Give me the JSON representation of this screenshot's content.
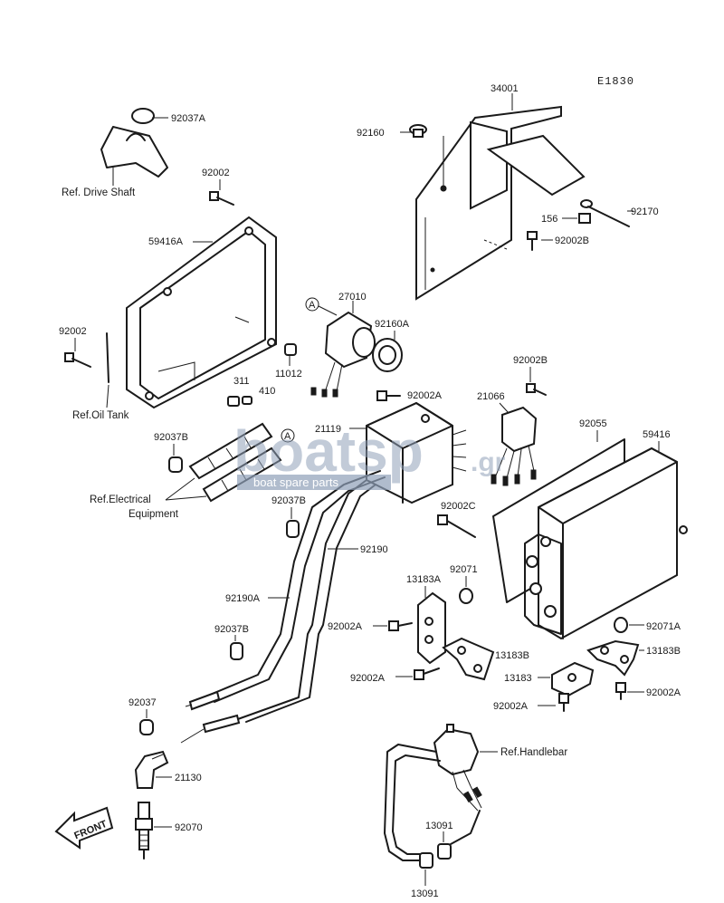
{
  "diagram_code": "E1830",
  "watermark": {
    "brand": "boatsp",
    "suffix": ".gr",
    "tagline": "boat spare parts"
  },
  "front_label": "FRONT",
  "callout_marker": "A",
  "part_labels": {
    "p34001": "34001",
    "p92160": "92160",
    "p92170": "92170",
    "p156": "156",
    "p92002B_top": "92002B",
    "p92037A": "92037A",
    "p92002_top": "92002",
    "p59416A": "59416A",
    "p27010": "27010",
    "p92160A": "92160A",
    "p92002_left": "92002",
    "p11012": "11012",
    "p311": "311",
    "p410": "410",
    "p92037B_1": "92037B",
    "p92002A_1": "92002A",
    "p92002B_mid": "92002B",
    "p21066": "21066",
    "p21119": "21119",
    "p92055": "92055",
    "p59416": "59416",
    "p92037B_2": "92037B",
    "p92002C": "92002C",
    "p92190": "92190",
    "p92071": "92071",
    "p13183A": "13183A",
    "p92190A": "92190A",
    "p92037B_3": "92037B",
    "p92002A_2": "92002A",
    "p92071A": "92071A",
    "p13183B_1": "13183B",
    "p13183B_2": "13183B",
    "p92002A_3": "92002A",
    "p13183": "13183",
    "p92002A_4": "92002A",
    "p92002A_5": "92002A",
    "p92037": "92037",
    "p21130": "21130",
    "p92070": "92070",
    "p13091_1": "13091",
    "p13091_2": "13091"
  },
  "reference_labels": {
    "drive_shaft": "Ref. Drive Shaft",
    "oil_tank": "Ref.Oil Tank",
    "electrical_1": "Ref.Electrical",
    "electrical_2": "Equipment",
    "handlebar": "Ref.Handlebar"
  }
}
